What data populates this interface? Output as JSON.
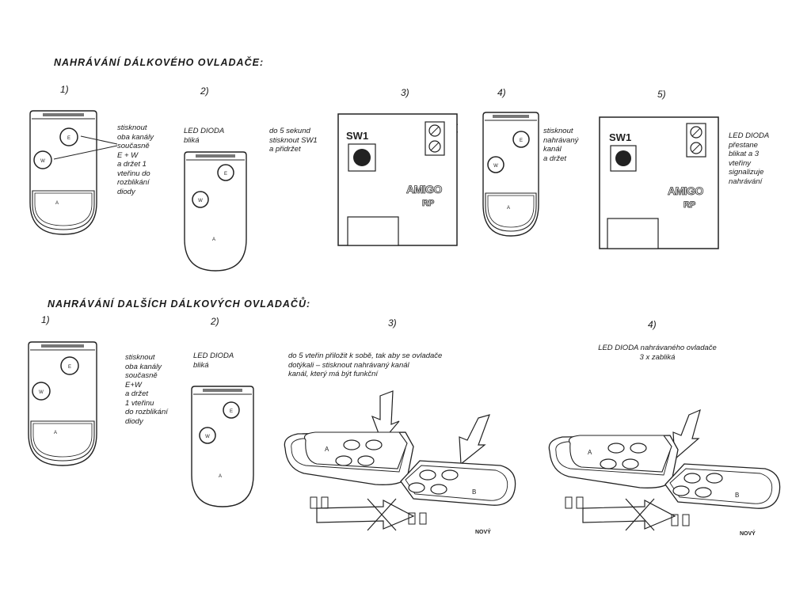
{
  "section1": {
    "heading": "NAHRÁVÁNÍ DÁLKOVÉHO OVLADAČE:",
    "steps": [
      {
        "num": "1)",
        "text": "stisknout\noba kanály\nsoučasně\nE + W\na držet 1\nvteřinu do\nrozblikání\ndiody"
      },
      {
        "num": "2)",
        "text": "LED DIODA\nbliká"
      },
      {
        "num": "3)",
        "text": "do 5 sekund\nstisknout SW1\na přidržet"
      },
      {
        "num": "4)",
        "text": "stisknout\nnahrávaný\nkanál\na držet"
      },
      {
        "num": "5)",
        "text": "LED DIODA\npřestane\nblikat a 3\nvteřiny\nsignalizuje\nnahrávání"
      }
    ]
  },
  "section2": {
    "heading": "NAHRÁVÁNÍ DALŠÍCH DÁLKOVÝCH OVLADAČŮ:",
    "steps": [
      {
        "num": "1)",
        "text": "stisknout\noba kanály\nsoučasně\nE+W\na držet\n1 vteřinu\ndo rozblikání\ndiody"
      },
      {
        "num": "2)",
        "text": "LED DIODA\nbliká"
      },
      {
        "num": "3)",
        "text": "do 5 vteřin přiložit k sobě, tak aby se ovladače\ndotýkali – stisknout nahrávaný kanál\nkanál, který má být funkční"
      },
      {
        "num": "4)",
        "text": "LED DIODA nahrávaného ovladače\n3 x zabliká"
      }
    ]
  },
  "labels": {
    "button_e": "E",
    "button_w": "W",
    "key_a": "A",
    "key_b": "B",
    "switch": "SW1",
    "brand": "AMIGO",
    "model": "RP",
    "novy": "NOVÝ"
  }
}
